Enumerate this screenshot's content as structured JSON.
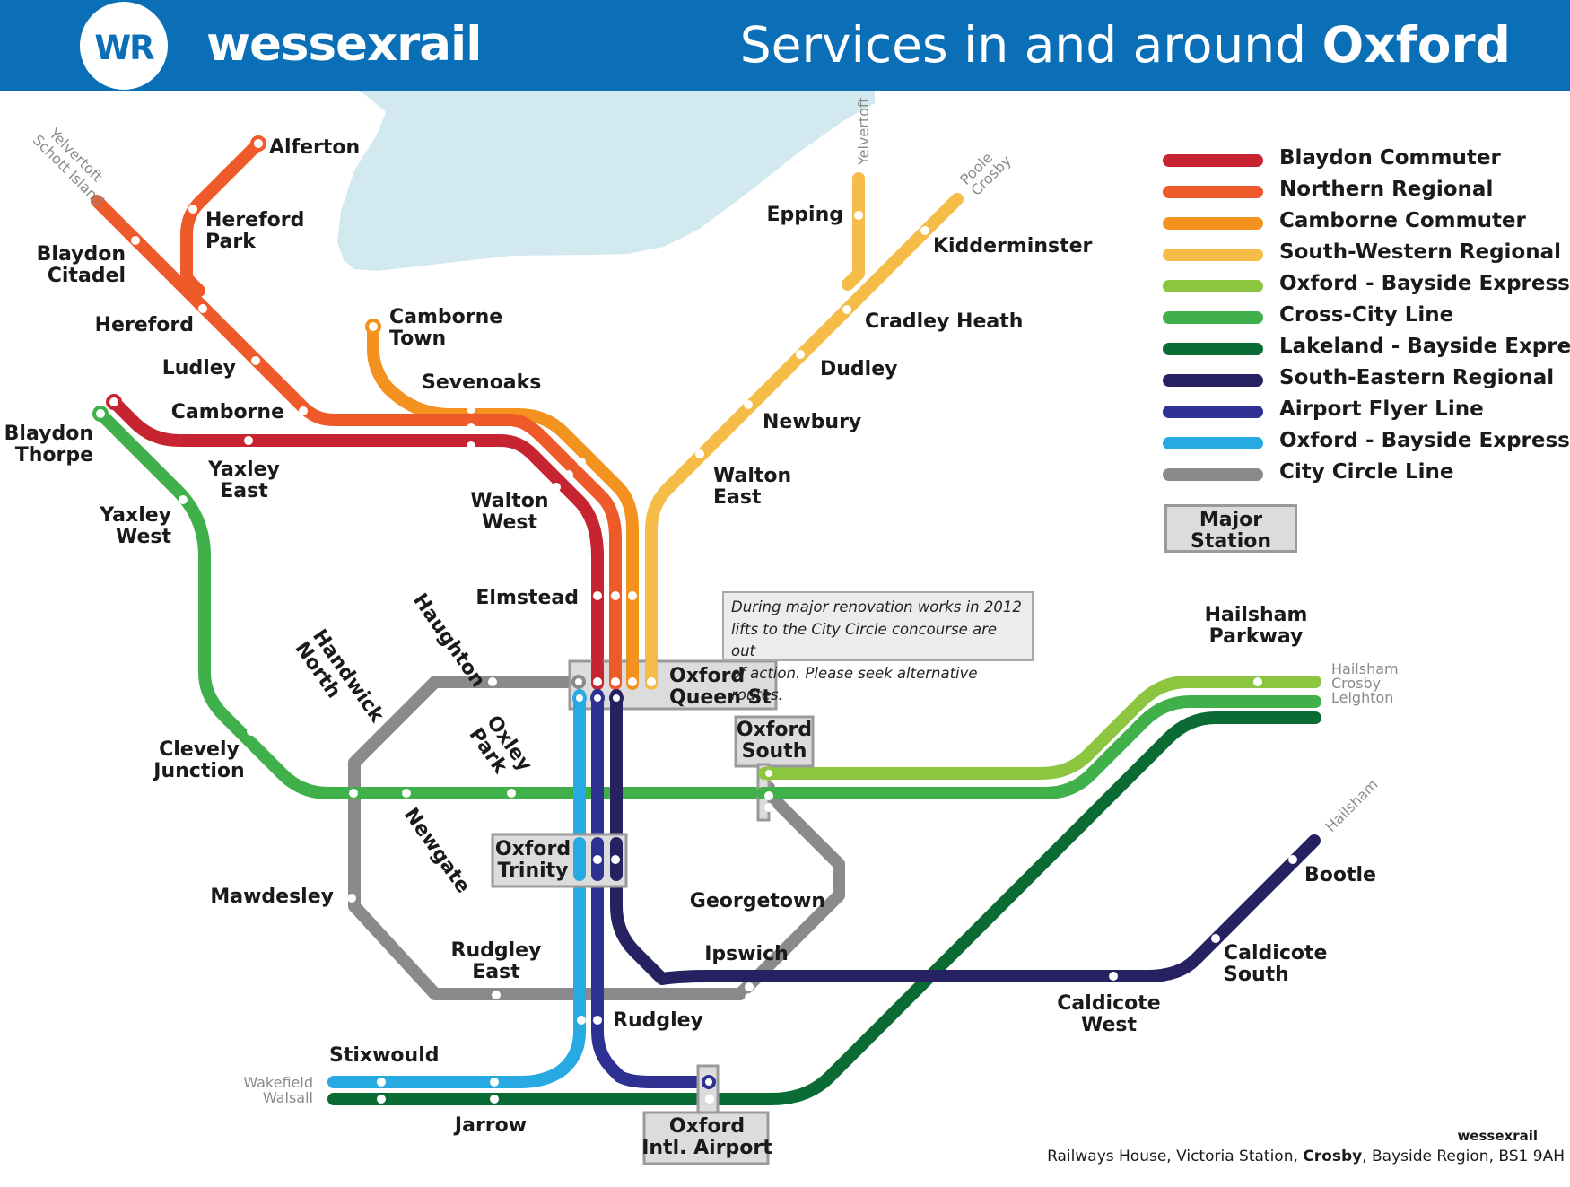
{
  "header": {
    "logo_monogram": "WR",
    "brand": "wessexrail",
    "title_prefix": "Services in and around ",
    "title_bold": "Oxford",
    "color": "#0a6fb7"
  },
  "legend": {
    "items": [
      {
        "label": "Blaydon Commuter",
        "color": "#c62430"
      },
      {
        "label": "Northern Regional",
        "color": "#ee5a29"
      },
      {
        "label": "Camborne Commuter",
        "color": "#f3921f"
      },
      {
        "label": "South-Western Regional",
        "color": "#f5bd48"
      },
      {
        "label": "Oxford - Bayside Express",
        "color": "#8cc540"
      },
      {
        "label": "Cross-City Line",
        "color": "#3fb04a"
      },
      {
        "label": "Lakeland - Bayside Express",
        "color": "#0b6b35"
      },
      {
        "label": "South-Eastern Regional",
        "color": "#262262"
      },
      {
        "label": "Airport Flyer Line",
        "color": "#2e3192"
      },
      {
        "label": "Oxford - Bayside Express",
        "color": "#27aae1"
      },
      {
        "label": "City Circle Line",
        "color": "#8a8a8d"
      }
    ],
    "major_station": [
      "Major",
      "Station"
    ]
  },
  "notice": [
    "During major renovation works in 2012",
    "lifts to the City Circle concourse are out",
    "of action. Please seek alternative routes."
  ],
  "stations": {
    "alferton": [
      "Alferton"
    ],
    "hereford_park": [
      "Hereford",
      "Park"
    ],
    "blaydon_citadel": [
      "Blaydon",
      "Citadel"
    ],
    "hereford": [
      "Hereford"
    ],
    "ludley": [
      "Ludley"
    ],
    "camborne": [
      "Camborne"
    ],
    "blaydon_thorpe": [
      "Blaydon",
      "Thorpe"
    ],
    "yaxley_east": [
      "Yaxley",
      "East"
    ],
    "yaxley_west": [
      "Yaxley",
      "West"
    ],
    "camborne_town": [
      "Camborne",
      "Town"
    ],
    "sevenoaks": [
      "Sevenoaks"
    ],
    "walton_west": [
      "Walton",
      "West"
    ],
    "elmstead": [
      "Elmstead"
    ],
    "epping": [
      "Epping"
    ],
    "kidderminster": [
      "Kidderminster"
    ],
    "cradley_heath": [
      "Cradley Heath"
    ],
    "dudley": [
      "Dudley"
    ],
    "newbury": [
      "Newbury"
    ],
    "walton_east": [
      "Walton",
      "East"
    ],
    "oxford_queen_st": [
      "Oxford",
      "Queen St"
    ],
    "oxford_south": [
      "Oxford",
      "South"
    ],
    "haughton": [
      "Haughton"
    ],
    "handwick_north": [
      "Handwick",
      "North"
    ],
    "oxley_park": [
      "Oxley",
      "Park"
    ],
    "clevely_junction": [
      "Clevely",
      "Junction"
    ],
    "newgate": [
      "Newgate"
    ],
    "oxford_trinity": [
      "Oxford",
      "Trinity"
    ],
    "mawdesley": [
      "Mawdesley"
    ],
    "georgetown": [
      "Georgetown"
    ],
    "ipswich": [
      "Ipswich"
    ],
    "rudgley_east": [
      "Rudgley",
      "East"
    ],
    "rudgley": [
      "Rudgley"
    ],
    "stixwould": [
      "Stixwould"
    ],
    "jarrow": [
      "Jarrow"
    ],
    "oxford_intl_airport": [
      "Oxford",
      "Intl. Airport"
    ],
    "hailsham_parkway": [
      "Hailsham",
      "Parkway"
    ],
    "bootle": [
      "Bootle"
    ],
    "caldicote_south": [
      "Caldicote",
      "South"
    ],
    "caldicote_west": [
      "Caldicote",
      "West"
    ]
  },
  "terminus_labels": {
    "nw": [
      "Yelvertoft",
      "Schott Island"
    ],
    "north": [
      "Yelvertoft"
    ],
    "ne": [
      "Poole",
      "Crosby"
    ],
    "east": [
      "Hailsham",
      "Crosby",
      "Leighton"
    ],
    "se": [
      "Hailsham"
    ],
    "west": [
      "Wakefield",
      "Walsall"
    ]
  },
  "footer": {
    "brand": "wessexrail",
    "address_pre": "Railways House, Victoria Station, ",
    "address_bold": "Crosby",
    "address_post": ", Bayside Region, BS1 9AH"
  },
  "colors": {
    "water": "#d3e9f0",
    "major_box": "#dcdcdc",
    "major_border": "#9a9a9a"
  }
}
